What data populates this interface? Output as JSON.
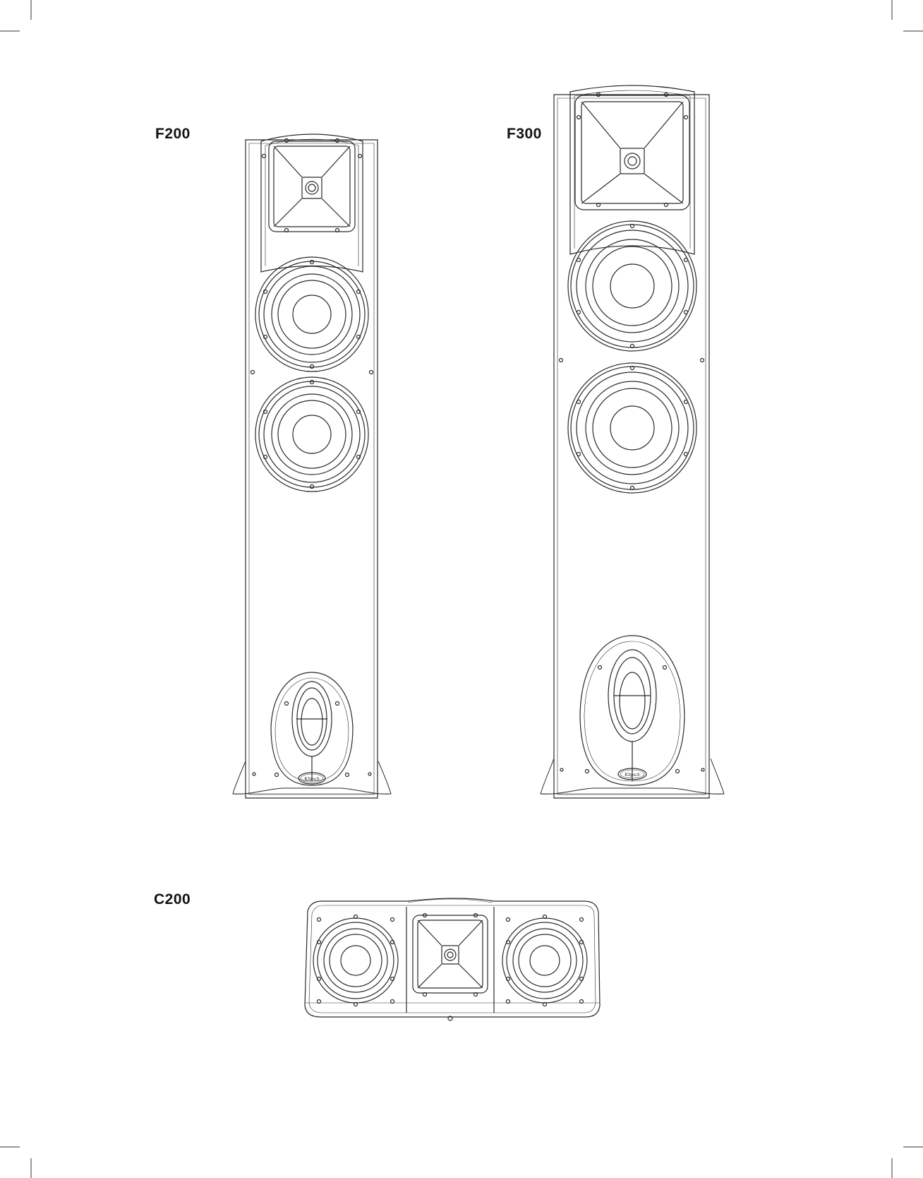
{
  "page": {
    "models": [
      {
        "id": "f200",
        "label": "F200",
        "icon": "floorstanding-speaker-icon"
      },
      {
        "id": "f300",
        "label": "F300",
        "icon": "floorstanding-speaker-icon"
      },
      {
        "id": "c200",
        "label": "C200",
        "icon": "center-channel-speaker-icon"
      }
    ],
    "logo_text": "Klipsch",
    "line_color": "#2a2a2a"
  }
}
